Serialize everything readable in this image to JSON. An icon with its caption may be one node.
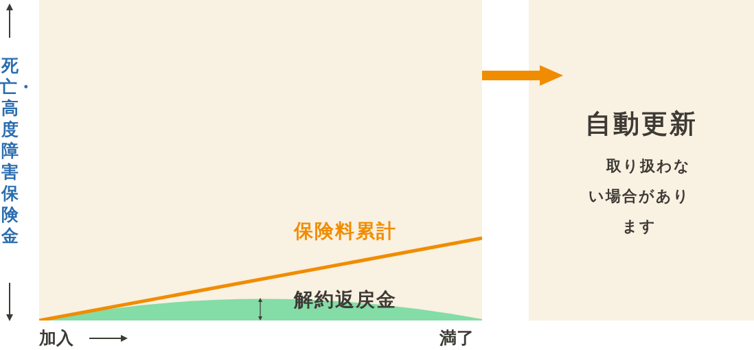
{
  "diagram": {
    "nodes": [
      {
        "text": [],
        "shape": "box"
      },
      {
        "text": [
          "自動更新",
          "取り扱わない場合があります"
        ]
      }
    ],
    "edges": [
      {
        "from": 0,
        "to": 1,
        "arrow": "to"
      }
    ],
    "labels": [
      "死亡・高度障害保険金",
      "保険料累計",
      "解約返戻金",
      "加入",
      "満了"
    ]
  }
}
